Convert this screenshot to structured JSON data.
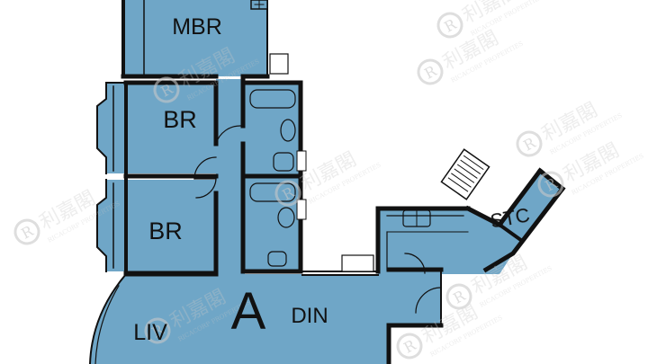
{
  "colors": {
    "room_fill": "#6fa6c7",
    "wall": "#111111",
    "watermark": "#c9c9c9",
    "background": "#ffffff"
  },
  "rooms": {
    "mbr": "MBR",
    "br_upper": "BR",
    "br_lower": "BR",
    "stc": "STC",
    "din": "DIN",
    "liv": "LIV"
  },
  "unit_letter": "A",
  "watermark": {
    "brand": "利嘉閣",
    "sub": "RICACORP PROPERTIES"
  }
}
